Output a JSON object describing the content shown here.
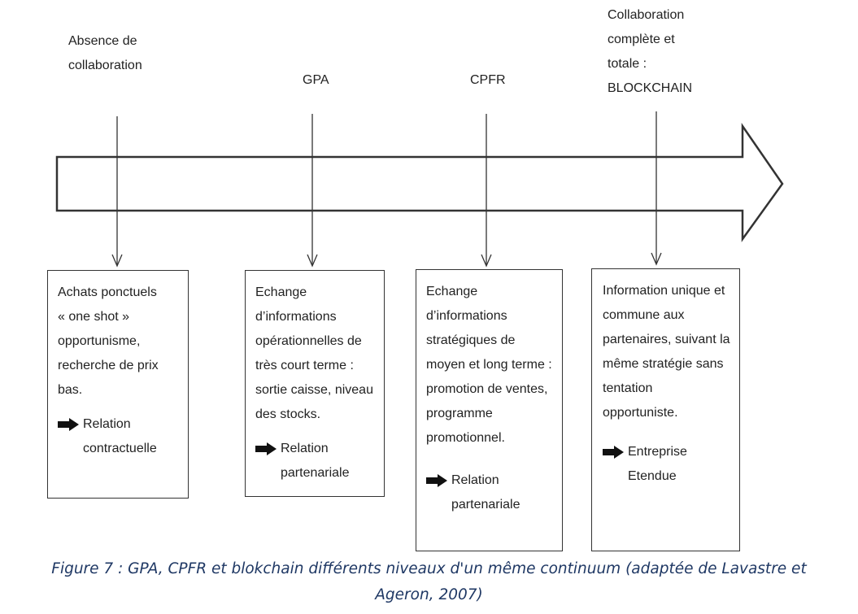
{
  "stages": [
    {
      "label": "Absence de\ncollaboration",
      "box_text": "Achats ponctuels\n« one shot »\nopportunisme,\nrecherche de prix\nbas.",
      "relation": "Relation\ncontractuelle"
    },
    {
      "label": "GPA",
      "box_text": "Echange\nd’informations\nopérationnelles de\ntrès court terme :\nsortie caisse, niveau\ndes stocks.",
      "relation": "Relation\npartenariale"
    },
    {
      "label": "CPFR",
      "box_text": "Echange\nd’informations\nstratégiques de\nmoyen et long terme :\npromotion de ventes,\nprogramme\npromotionnel.",
      "relation": "Relation\npartenariale"
    },
    {
      "label": "Collaboration\ncomplète et\ntotale :\nBLOCKCHAIN",
      "box_text": "Information unique et\ncommune aux\npartenaires, suivant la\nmême stratégie sans\ntentation\nopportuniste.",
      "relation": "Entreprise\nEtendue"
    }
  ],
  "caption": "Figure 7 : GPA, CPFR et blokchain différents niveaux d'un même continuum (adaptée de Lavastre et\nAgeron, 2007)",
  "colors": {
    "line": "#333333",
    "text": "#222222",
    "caption": "#1f3864"
  },
  "icons": {
    "relation_marker": "right-arrow-icon",
    "continuum": "continuum-arrow"
  }
}
